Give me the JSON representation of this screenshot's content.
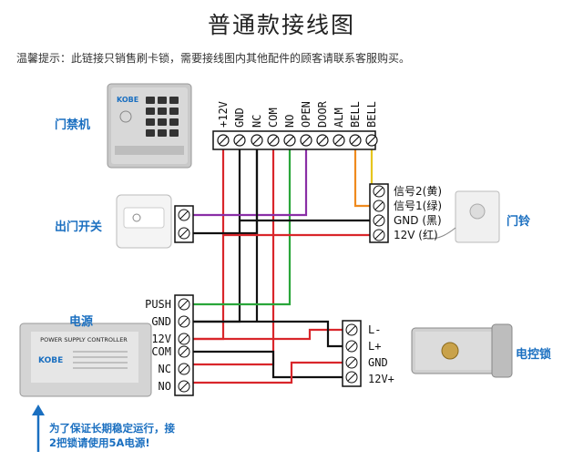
{
  "title": "普通款接线图",
  "notice": "温馨提示：此链接只销售刷卡锁，需要接线图内其他配件的顾客请联系客服购买。",
  "devices": {
    "access_control": {
      "label": "门禁机",
      "brand": "KOBE"
    },
    "exit_button": {
      "label": "出门开关"
    },
    "power_supply": {
      "label": "电源",
      "panel_title": "POWER SUPPLY CONTROLLER",
      "brand": "KOBE"
    },
    "doorbell": {
      "label": "门铃"
    },
    "electric_lock": {
      "label": "电控锁"
    }
  },
  "controller_terminals": [
    "+12V",
    "GND",
    "NC",
    "COM",
    "NO",
    "OPEN",
    "DOOR",
    "ALM",
    "BELL",
    "BELL"
  ],
  "power_terminals": [
    "PUSH",
    "GND",
    "12V",
    "COM",
    "NC",
    "NO"
  ],
  "doorbell_terminals": [
    "信号2(黄)",
    "信号1(绿)",
    "GND (黑)",
    "12V (红)"
  ],
  "lock_terminals": [
    "L-",
    "L+",
    "GND",
    "12V+"
  ],
  "warning": {
    "line1": "为了保证长期稳定运行，接",
    "line2": "2把锁请使用5A电源!"
  },
  "colors": {
    "red": "#d9262b",
    "black": "#111111",
    "green": "#2aa63a",
    "purple": "#8a2ea6",
    "orange": "#ef8a1e",
    "yellow": "#e6c51e",
    "blue": "#1a6fc0"
  }
}
